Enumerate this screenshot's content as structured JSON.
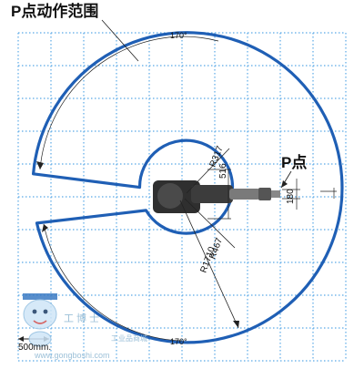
{
  "title": "P点动作范围",
  "p_point_label": "P点",
  "angles": {
    "top": "170°",
    "bottom": "170°"
  },
  "dimensions": {
    "r317": "R317",
    "d516": "516",
    "d180": "180",
    "r467": "R467",
    "r1710": "R1710"
  },
  "scale_label": "500mm.",
  "watermark": {
    "logo_text": "工 博 士",
    "sub_text": "工业品商城",
    "url": "www.gongboshi.com"
  },
  "colors": {
    "range_outline": "#1f5fb5",
    "grid": "#5aa9e6",
    "line": "#222222",
    "robot": "#3b3b3b"
  }
}
